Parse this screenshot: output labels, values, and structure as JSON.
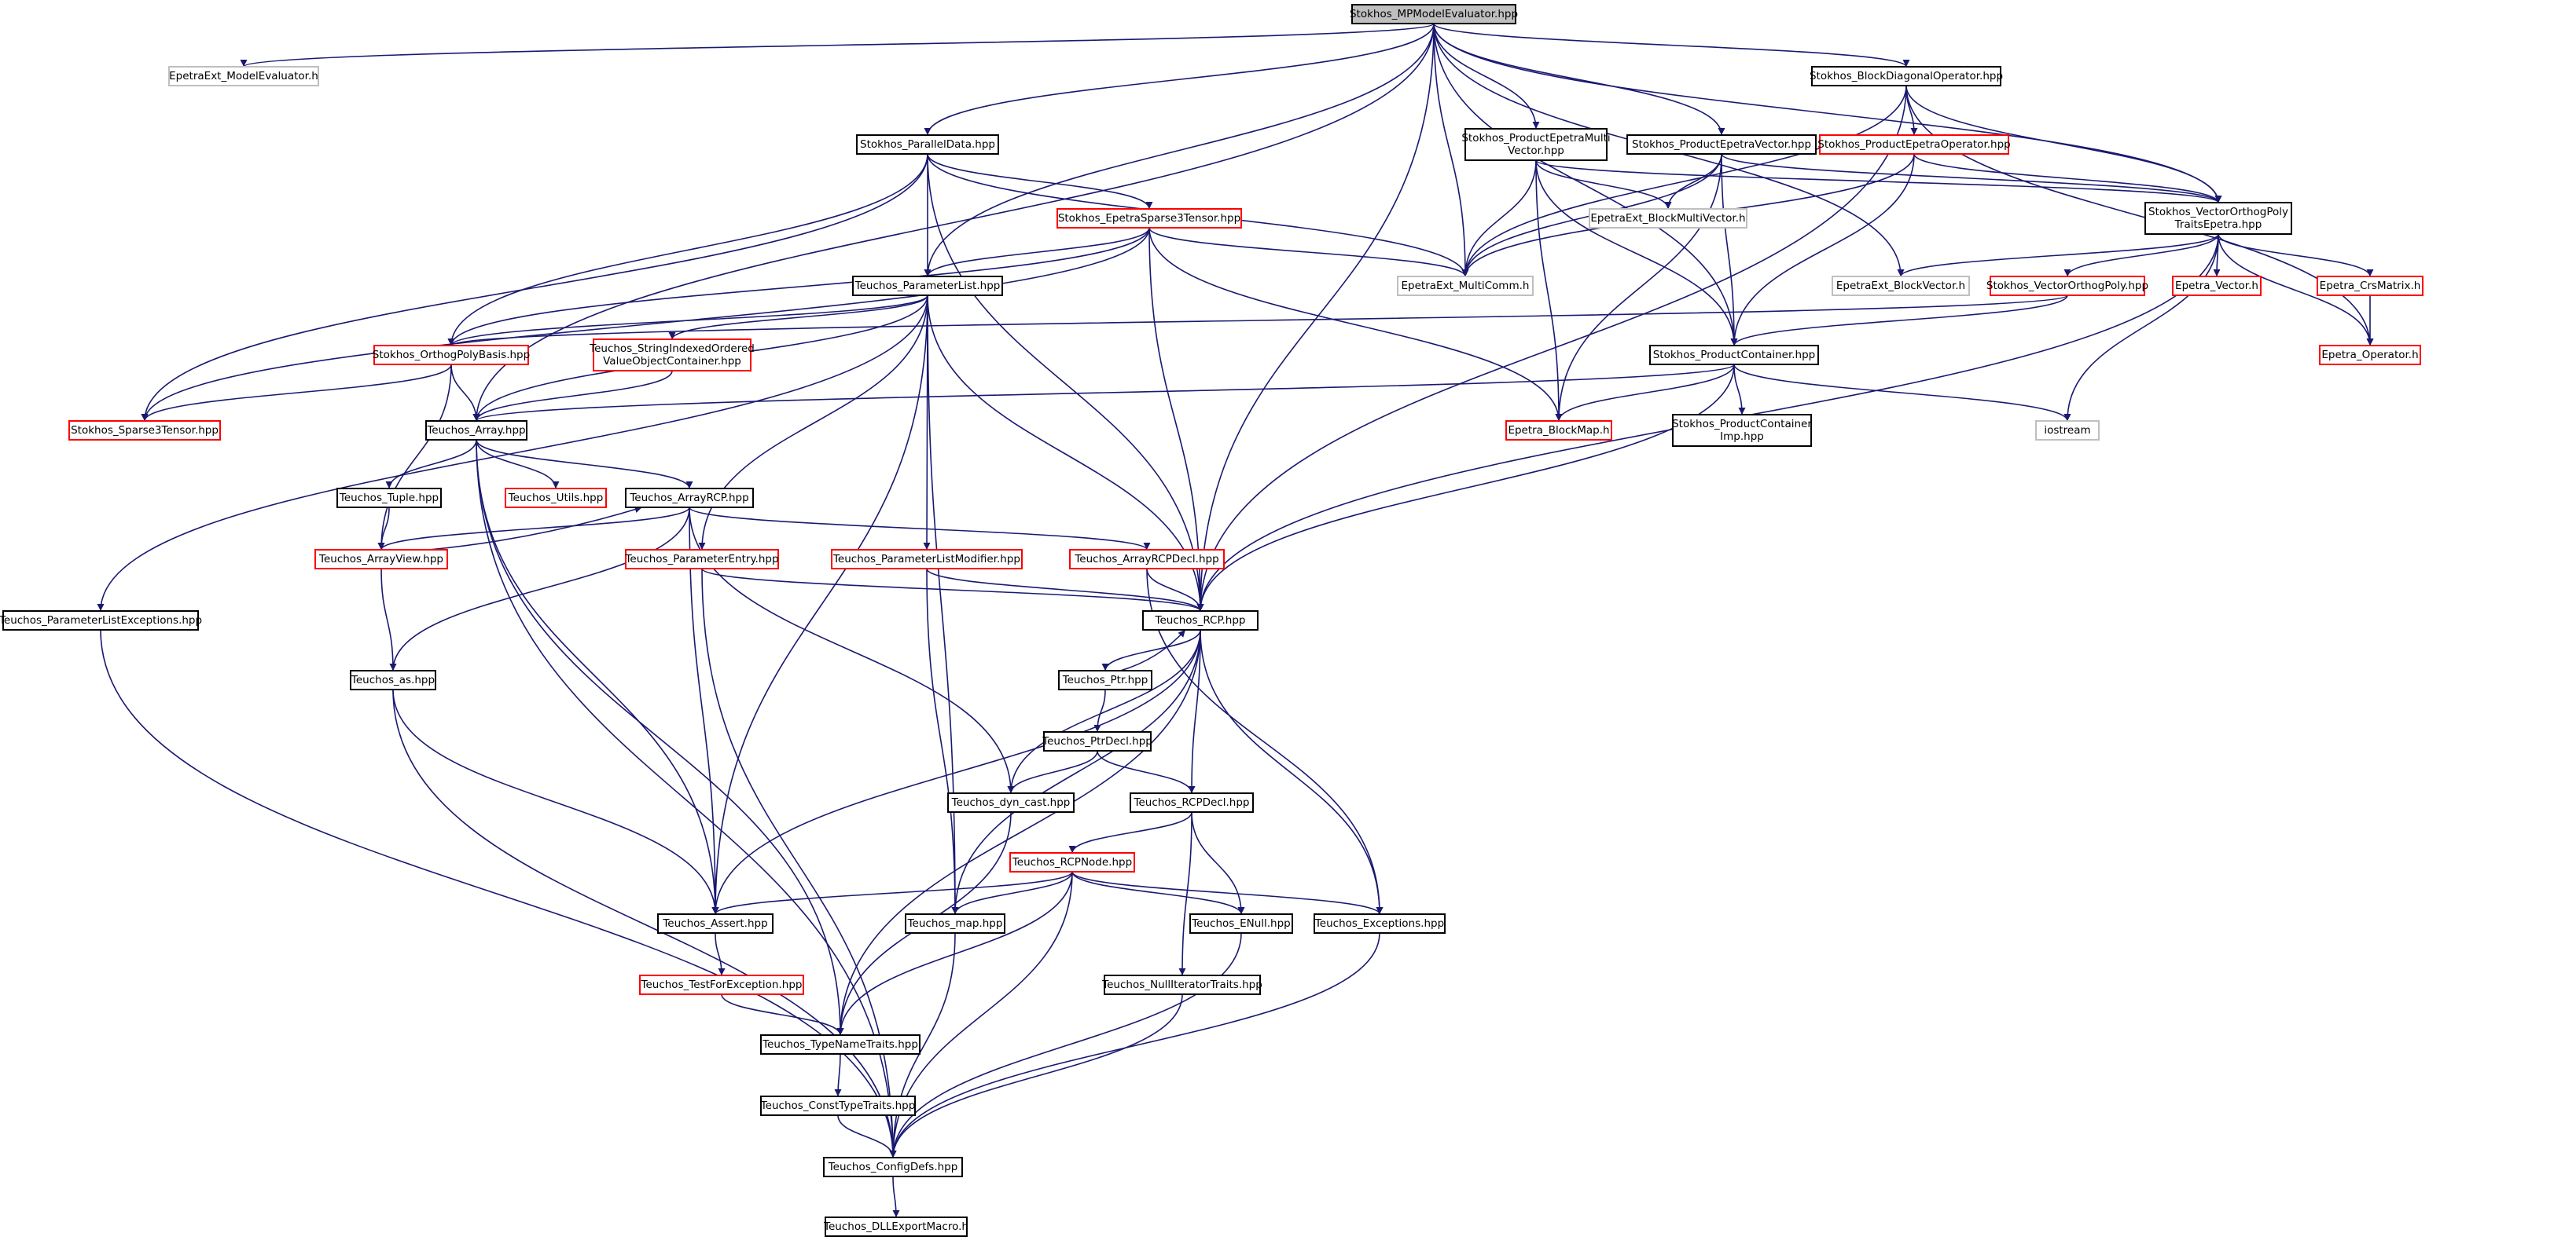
{
  "colors": {
    "edge": "#191970",
    "border_default": "#000000",
    "border_missing": "#ff0000",
    "border_external": "#bfbfbf",
    "root_fill": "#bfbfbf",
    "fill": "#ffffff"
  },
  "nodes": [
    {
      "id": "mpme",
      "lines": [
        "Stokhos_MPModelEvaluator.hpp"
      ],
      "kind": "root"
    },
    {
      "id": "eext_me",
      "lines": [
        "EpetraExt_ModelEvaluator.h"
      ],
      "kind": "external"
    },
    {
      "id": "blockdiag",
      "lines": [
        "Stokhos_BlockDiagonalOperator.hpp"
      ],
      "kind": "normal"
    },
    {
      "id": "paralleldata",
      "lines": [
        "Stokhos_ParallelData.hpp"
      ],
      "kind": "normal"
    },
    {
      "id": "prodepmv",
      "lines": [
        "Stokhos_ProductEpetraMulti",
        "Vector.hpp"
      ],
      "kind": "normal"
    },
    {
      "id": "prodepv",
      "lines": [
        "Stokhos_ProductEpetraVector.hpp"
      ],
      "kind": "normal"
    },
    {
      "id": "prodepop",
      "lines": [
        "Stokhos_ProductEpetraOperator.hpp"
      ],
      "kind": "missing"
    },
    {
      "id": "epsparse3",
      "lines": [
        "Stokhos_EpetraSparse3Tensor.hpp"
      ],
      "kind": "missing"
    },
    {
      "id": "eext_bmv",
      "lines": [
        "EpetraExt_BlockMultiVector.h"
      ],
      "kind": "external"
    },
    {
      "id": "vopte",
      "lines": [
        "Stokhos_VectorOrthogPoly",
        "TraitsEpetra.hpp"
      ],
      "kind": "normal"
    },
    {
      "id": "eext_mc",
      "lines": [
        "EpetraExt_MultiComm.h"
      ],
      "kind": "external"
    },
    {
      "id": "plist",
      "lines": [
        "Teuchos_ParameterList.hpp"
      ],
      "kind": "normal"
    },
    {
      "id": "eext_bv",
      "lines": [
        "EpetraExt_BlockVector.h"
      ],
      "kind": "external"
    },
    {
      "id": "vop",
      "lines": [
        "Stokhos_VectorOrthogPoly.hpp"
      ],
      "kind": "missing"
    },
    {
      "id": "evector",
      "lines": [
        "Epetra_Vector.h"
      ],
      "kind": "missing"
    },
    {
      "id": "ecrs",
      "lines": [
        "Epetra_CrsMatrix.h"
      ],
      "kind": "missing"
    },
    {
      "id": "eop",
      "lines": [
        "Epetra_Operator.h"
      ],
      "kind": "missing"
    },
    {
      "id": "opb",
      "lines": [
        "Stokhos_OrthogPolyBasis.hpp"
      ],
      "kind": "missing"
    },
    {
      "id": "sivoc",
      "lines": [
        "Teuchos_StringIndexedOrdered",
        "ValueObjectContainer.hpp"
      ],
      "kind": "missing"
    },
    {
      "id": "prodcont",
      "lines": [
        "Stokhos_ProductContainer.hpp"
      ],
      "kind": "normal"
    },
    {
      "id": "sparse3",
      "lines": [
        "Stokhos_Sparse3Tensor.hpp"
      ],
      "kind": "missing"
    },
    {
      "id": "tarray",
      "lines": [
        "Teuchos_Array.hpp"
      ],
      "kind": "normal"
    },
    {
      "id": "ebm",
      "lines": [
        "Epetra_BlockMap.h"
      ],
      "kind": "missing"
    },
    {
      "id": "pcimp",
      "lines": [
        "Stokhos_ProductContainer",
        "Imp.hpp"
      ],
      "kind": "normal"
    },
    {
      "id": "iostream",
      "lines": [
        "iostream"
      ],
      "kind": "external"
    },
    {
      "id": "tuple",
      "lines": [
        "Teuchos_Tuple.hpp"
      ],
      "kind": "normal"
    },
    {
      "id": "utils",
      "lines": [
        "Teuchos_Utils.hpp"
      ],
      "kind": "missing"
    },
    {
      "id": "arcp",
      "lines": [
        "Teuchos_ArrayRCP.hpp"
      ],
      "kind": "normal"
    },
    {
      "id": "aview",
      "lines": [
        "Teuchos_ArrayView.hpp"
      ],
      "kind": "missing"
    },
    {
      "id": "pentry",
      "lines": [
        "Teuchos_ParameterEntry.hpp"
      ],
      "kind": "missing"
    },
    {
      "id": "plmod",
      "lines": [
        "Teuchos_ParameterListModifier.hpp"
      ],
      "kind": "missing"
    },
    {
      "id": "arcpdecl",
      "lines": [
        "Teuchos_ArrayRCPDecl.hpp"
      ],
      "kind": "missing"
    },
    {
      "id": "plexc",
      "lines": [
        "Teuchos_ParameterListExceptions.hpp"
      ],
      "kind": "normal"
    },
    {
      "id": "rcp",
      "lines": [
        "Teuchos_RCP.hpp"
      ],
      "kind": "normal"
    },
    {
      "id": "as",
      "lines": [
        "Teuchos_as.hpp"
      ],
      "kind": "normal"
    },
    {
      "id": "ptr",
      "lines": [
        "Teuchos_Ptr.hpp"
      ],
      "kind": "normal"
    },
    {
      "id": "ptrdecl",
      "lines": [
        "Teuchos_PtrDecl.hpp"
      ],
      "kind": "normal"
    },
    {
      "id": "dyncast",
      "lines": [
        "Teuchos_dyn_cast.hpp"
      ],
      "kind": "normal"
    },
    {
      "id": "rcpdecl",
      "lines": [
        "Teuchos_RCPDecl.hpp"
      ],
      "kind": "normal"
    },
    {
      "id": "rcpnode",
      "lines": [
        "Teuchos_RCPNode.hpp"
      ],
      "kind": "missing"
    },
    {
      "id": "assert",
      "lines": [
        "Teuchos_Assert.hpp"
      ],
      "kind": "normal"
    },
    {
      "id": "map",
      "lines": [
        "Teuchos_map.hpp"
      ],
      "kind": "normal"
    },
    {
      "id": "enull",
      "lines": [
        "Teuchos_ENull.hpp"
      ],
      "kind": "normal"
    },
    {
      "id": "exc",
      "lines": [
        "Teuchos_Exceptions.hpp"
      ],
      "kind": "normal"
    },
    {
      "id": "tfe",
      "lines": [
        "Teuchos_TestForException.hpp"
      ],
      "kind": "missing"
    },
    {
      "id": "nit",
      "lines": [
        "Teuchos_NullIteratorTraits.hpp"
      ],
      "kind": "normal"
    },
    {
      "id": "tnt",
      "lines": [
        "Teuchos_TypeNameTraits.hpp"
      ],
      "kind": "normal"
    },
    {
      "id": "ctt",
      "lines": [
        "Teuchos_ConstTypeTraits.hpp"
      ],
      "kind": "normal"
    },
    {
      "id": "cdefs",
      "lines": [
        "Teuchos_ConfigDefs.hpp"
      ],
      "kind": "normal"
    },
    {
      "id": "dll",
      "lines": [
        "Teuchos_DLLExportMacro.h"
      ],
      "kind": "normal"
    }
  ],
  "edges": [
    [
      "mpme",
      "eext_me"
    ],
    [
      "mpme",
      "blockdiag"
    ],
    [
      "mpme",
      "paralleldata"
    ],
    [
      "mpme",
      "prodepmv"
    ],
    [
      "mpme",
      "prodepv"
    ],
    [
      "mpme",
      "vopte"
    ],
    [
      "mpme",
      "eext_mc"
    ],
    [
      "mpme",
      "plist"
    ],
    [
      "mpme",
      "eext_bv"
    ],
    [
      "mpme",
      "prodcont"
    ],
    [
      "mpme",
      "tarray"
    ],
    [
      "mpme",
      "rcp"
    ],
    [
      "blockdiag",
      "prodepop"
    ],
    [
      "blockdiag",
      "vopte"
    ],
    [
      "blockdiag",
      "eext_mc"
    ],
    [
      "blockdiag",
      "eop"
    ],
    [
      "blockdiag",
      "rcp"
    ],
    [
      "paralleldata",
      "epsparse3"
    ],
    [
      "paralleldata",
      "plist"
    ],
    [
      "paralleldata",
      "eext_mc"
    ],
    [
      "paralleldata",
      "opb"
    ],
    [
      "paralleldata",
      "sparse3"
    ],
    [
      "paralleldata",
      "rcp"
    ],
    [
      "prodepmv",
      "eext_bmv"
    ],
    [
      "prodepmv",
      "vopte"
    ],
    [
      "prodepmv",
      "eext_mc"
    ],
    [
      "prodepmv",
      "prodcont"
    ],
    [
      "prodepmv",
      "ebm"
    ],
    [
      "prodepv",
      "eext_bmv"
    ],
    [
      "prodepv",
      "vopte"
    ],
    [
      "prodepv",
      "eext_mc"
    ],
    [
      "prodepv",
      "prodcont"
    ],
    [
      "prodepv",
      "ebm"
    ],
    [
      "prodepop",
      "vopte"
    ],
    [
      "prodepop",
      "eext_mc"
    ],
    [
      "prodepop",
      "prodcont"
    ],
    [
      "epsparse3",
      "eext_mc"
    ],
    [
      "epsparse3",
      "plist"
    ],
    [
      "epsparse3",
      "opb"
    ],
    [
      "epsparse3",
      "sparse3"
    ],
    [
      "epsparse3",
      "ebm"
    ],
    [
      "epsparse3",
      "rcp"
    ],
    [
      "vopte",
      "eext_bv"
    ],
    [
      "vopte",
      "vop"
    ],
    [
      "vopte",
      "evector"
    ],
    [
      "vopte",
      "ecrs"
    ],
    [
      "vopte",
      "eop"
    ],
    [
      "vopte",
      "iostream"
    ],
    [
      "vopte",
      "rcp"
    ],
    [
      "vop",
      "prodcont"
    ],
    [
      "vop",
      "opb"
    ],
    [
      "ecrs",
      "eop"
    ],
    [
      "plist",
      "opb"
    ],
    [
      "plist",
      "sivoc"
    ],
    [
      "plist",
      "tarray"
    ],
    [
      "plist",
      "pentry"
    ],
    [
      "plist",
      "plmod"
    ],
    [
      "plist",
      "plexc"
    ],
    [
      "plist",
      "assert"
    ],
    [
      "plist",
      "map"
    ],
    [
      "plist",
      "rcp"
    ],
    [
      "opb",
      "sparse3"
    ],
    [
      "opb",
      "tarray"
    ],
    [
      "opb",
      "aview"
    ],
    [
      "sivoc",
      "tarray"
    ],
    [
      "prodcont",
      "tarray"
    ],
    [
      "prodcont",
      "ebm"
    ],
    [
      "prodcont",
      "pcimp"
    ],
    [
      "prodcont",
      "iostream"
    ],
    [
      "prodcont",
      "rcp"
    ],
    [
      "tarray",
      "tuple"
    ],
    [
      "tarray",
      "utils"
    ],
    [
      "tarray",
      "arcp"
    ],
    [
      "tarray",
      "assert"
    ],
    [
      "tarray",
      "tnt"
    ],
    [
      "tarray",
      "cdefs"
    ],
    [
      "tuple",
      "aview"
    ],
    [
      "arcp",
      "aview"
    ],
    [
      "arcp",
      "arcpdecl"
    ],
    [
      "arcp",
      "as"
    ],
    [
      "arcp",
      "assert"
    ],
    [
      "arcp",
      "dyncast"
    ],
    [
      "aview",
      "arcp"
    ],
    [
      "aview",
      "as"
    ],
    [
      "pentry",
      "rcp"
    ],
    [
      "pentry",
      "cdefs"
    ],
    [
      "plmod",
      "rcp"
    ],
    [
      "plmod",
      "map"
    ],
    [
      "arcpdecl",
      "rcp"
    ],
    [
      "arcpdecl",
      "exc"
    ],
    [
      "plexc",
      "cdefs"
    ],
    [
      "rcp",
      "ptr"
    ],
    [
      "rcp",
      "dyncast"
    ],
    [
      "rcp",
      "rcpdecl"
    ],
    [
      "rcp",
      "assert"
    ],
    [
      "rcp",
      "map"
    ],
    [
      "rcp",
      "exc"
    ],
    [
      "rcp",
      "tnt"
    ],
    [
      "ptr",
      "rcp"
    ],
    [
      "ptr",
      "ptrdecl"
    ],
    [
      "ptrdecl",
      "dyncast"
    ],
    [
      "ptrdecl",
      "rcpdecl"
    ],
    [
      "rcpdecl",
      "rcpnode"
    ],
    [
      "rcpdecl",
      "enull"
    ],
    [
      "rcpdecl",
      "nit"
    ],
    [
      "rcpnode",
      "assert"
    ],
    [
      "rcpnode",
      "map"
    ],
    [
      "rcpnode",
      "enull"
    ],
    [
      "rcpnode",
      "exc"
    ],
    [
      "rcpnode",
      "tnt"
    ],
    [
      "rcpnode",
      "cdefs"
    ],
    [
      "as",
      "assert"
    ],
    [
      "as",
      "cdefs"
    ],
    [
      "assert",
      "tfe"
    ],
    [
      "map",
      "cdefs"
    ],
    [
      "enull",
      "cdefs"
    ],
    [
      "exc",
      "cdefs"
    ],
    [
      "tfe",
      "tnt"
    ],
    [
      "nit",
      "cdefs"
    ],
    [
      "dyncast",
      "tnt"
    ],
    [
      "tnt",
      "ctt"
    ],
    [
      "ctt",
      "cdefs"
    ],
    [
      "cdefs",
      "dll"
    ]
  ]
}
